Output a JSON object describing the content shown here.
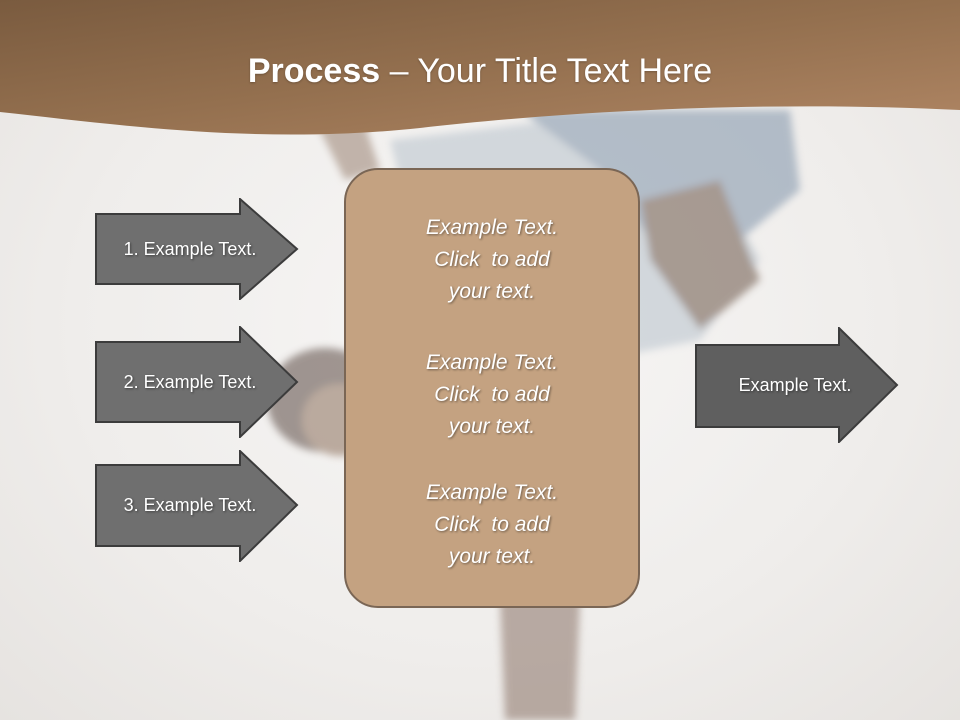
{
  "title": {
    "bold": "Process",
    "rest": " – Your Title Text Here"
  },
  "left_arrows": [
    {
      "label": "1. Example Text."
    },
    {
      "label": "2. Example Text."
    },
    {
      "label": "3. Example Text."
    }
  ],
  "center_blocks": [
    {
      "line1": "Example Text.",
      "line2": "Click  to add",
      "line3": "your text."
    },
    {
      "line1": "Example Text.",
      "line2": "Click  to add",
      "line3": "your text."
    },
    {
      "line1": "Example Text.",
      "line2": "Click  to add",
      "line3": "your text."
    }
  ],
  "right_arrow": {
    "label": "Example Text."
  },
  "colors": {
    "header_brown": "#8b6a4c",
    "box_fill": "#c4a281",
    "arrow_fill": "#6f6f6f"
  }
}
